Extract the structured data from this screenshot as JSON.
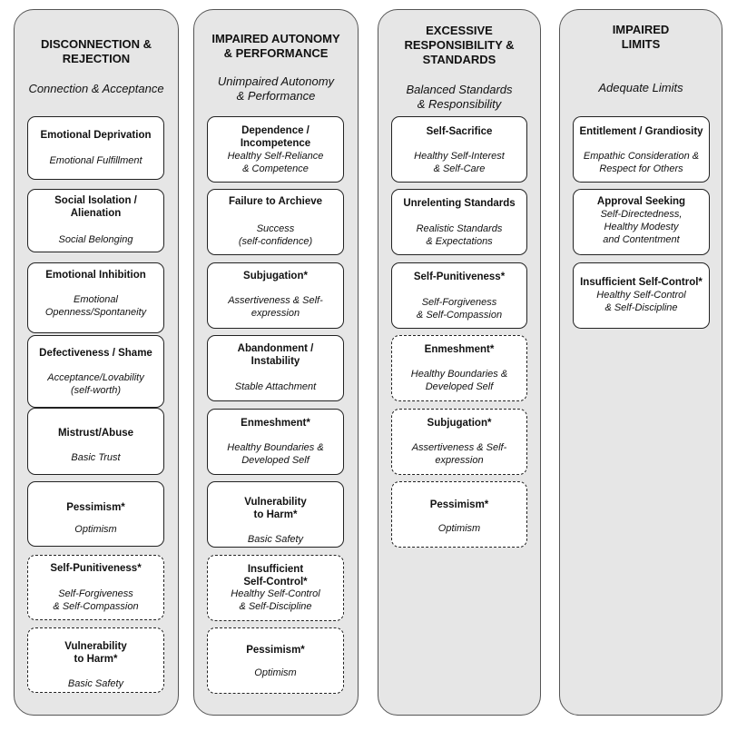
{
  "columns": [
    {
      "title": "DISCONNECTION &\nREJECTION",
      "subtitle": "Connection & Acceptance",
      "cards": [
        {
          "title": "Emotional Deprivation",
          "sub": "Emotional Fulfillment",
          "dashed": false
        },
        {
          "title": "Social Isolation /\nAlienation",
          "sub": "Social Belonging",
          "dashed": false
        },
        {
          "title": "Emotional Inhibition",
          "sub": "Emotional\nOpenness/Spontaneity",
          "dashed": false
        },
        {
          "title": "Defectiveness / Shame",
          "sub": "Acceptance/Lovability\n(self-worth)",
          "dashed": false
        },
        {
          "title": "Mistrust/Abuse",
          "sub": "Basic Trust",
          "dashed": false
        },
        {
          "title": "Pessimism*",
          "sub": "Optimism",
          "dashed": false
        },
        {
          "title": "Self-Punitiveness*",
          "sub": "Self-Forgiveness\n& Self-Compassion",
          "dashed": true
        },
        {
          "title": "Vulnerability\nto Harm*",
          "sub": "Basic Safety",
          "dashed": true
        }
      ]
    },
    {
      "title": "IMPAIRED AUTONOMY\n& PERFORMANCE",
      "subtitle": "Unimpaired Autonomy\n& Performance",
      "cards": [
        {
          "title": "Dependence /\nIncompetence",
          "sub": "Healthy Self-Reliance\n& Competence",
          "dashed": false
        },
        {
          "title": "Failure to Archieve",
          "sub": "Success\n(self-confidence)",
          "dashed": false
        },
        {
          "title": "Subjugation*",
          "sub": "Assertiveness & Self-\nexpression",
          "dashed": false
        },
        {
          "title": "Abandonment /\nInstability",
          "sub": "Stable Attachment",
          "dashed": false
        },
        {
          "title": "Enmeshment*",
          "sub": "Healthy Boundaries &\nDeveloped Self",
          "dashed": false
        },
        {
          "title": "Vulnerability\nto Harm*",
          "sub": "Basic Safety",
          "dashed": false
        },
        {
          "title": "Insufficient\nSelf-Control*",
          "sub": "Healthy Self-Control\n& Self-Discipline",
          "dashed": true
        },
        {
          "title": "Pessimism*",
          "sub": "Optimism",
          "dashed": true
        }
      ]
    },
    {
      "title": "EXCESSIVE\nRESPONSIBILITY &\nSTANDARDS",
      "subtitle": "Balanced Standards\n& Responsibility",
      "cards": [
        {
          "title": "Self-Sacrifice",
          "sub": "Healthy Self-Interest\n& Self-Care",
          "dashed": false
        },
        {
          "title": "Unrelenting Standards",
          "sub": "Realistic Standards\n& Expectations",
          "dashed": false
        },
        {
          "title": "Self-Punitiveness*",
          "sub": "Self-Forgiveness\n& Self-Compassion",
          "dashed": false
        },
        {
          "title": "Enmeshment*",
          "sub": "Healthy Boundaries &\nDeveloped Self",
          "dashed": true
        },
        {
          "title": "Subjugation*",
          "sub": "Assertiveness & Self-\nexpression",
          "dashed": true
        },
        {
          "title": "Pessimism*",
          "sub": "Optimism",
          "dashed": true
        }
      ]
    },
    {
      "title": "IMPAIRED\nLIMITS",
      "subtitle": "Adequate Limits",
      "cards": [
        {
          "title": "Entitlement / Grandiosity",
          "sub": "Empathic Consideration &\nRespect for Others",
          "dashed": false
        },
        {
          "title": "Approval Seeking",
          "sub": "Self-Directedness,\nHealthy Modesty\nand Contentment",
          "dashed": false
        },
        {
          "title": "Insufficient Self-Control*",
          "sub": "Healthy Self-Control\n& Self-Discipline",
          "dashed": false
        }
      ]
    }
  ]
}
